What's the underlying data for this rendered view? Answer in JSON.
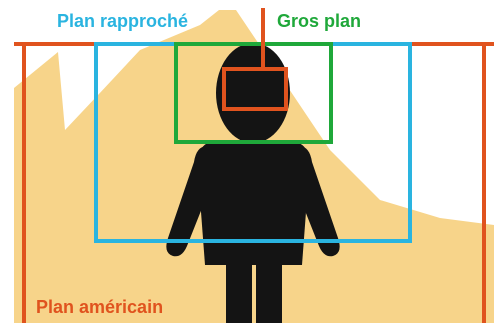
{
  "labels": {
    "plan_rapproche": "Plan rapproché",
    "gros_plan": "Gros plan",
    "plan_americain": "Plan américain"
  },
  "colors": {
    "plan_rapproche": "#2ab4e0",
    "gros_plan": "#1fa83a",
    "plan_americain": "#e0531e",
    "hill": "#f7d48a",
    "figure": "#141414"
  }
}
